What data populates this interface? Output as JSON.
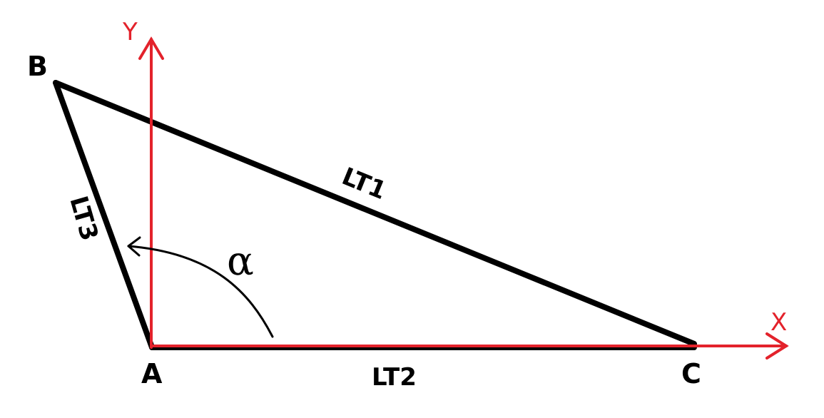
{
  "colors": {
    "triangle": "#000000",
    "axis": "#e3222b",
    "background": "#ffffff"
  },
  "axes": {
    "x_label": "X",
    "y_label": "Y"
  },
  "vertices": {
    "a": "A",
    "b": "B",
    "c": "C"
  },
  "sides": {
    "lt1": "LT1",
    "lt2": "LT2",
    "lt3": "LT3"
  },
  "angle": {
    "symbol": "α"
  }
}
